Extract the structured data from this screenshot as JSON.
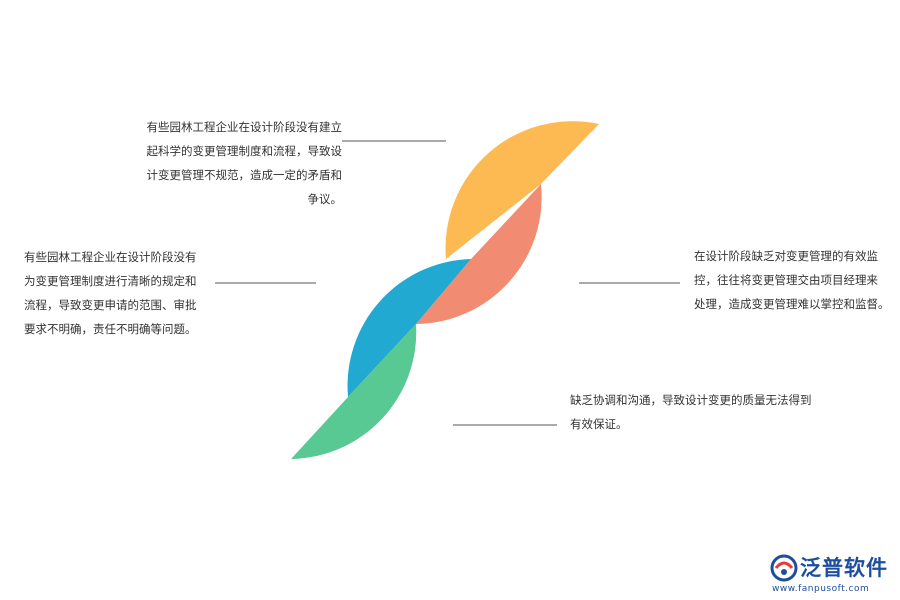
{
  "diagram": {
    "colors": {
      "yellow": "#FDB952",
      "salmon": "#F18B72",
      "blue": "#21A9D2",
      "green": "#58C993",
      "connector": "#555555"
    },
    "notes": {
      "top_left": "有些园林工程企业在设计阶段没有建立\n起科学的变更管理制度和流程，导致设\n计变更管理不规范，造成一定的矛盾和\n争议。",
      "left": "有些园林工程企业在设计阶段没有\n为变更管理制度进行清晰的规定和\n流程，导致变更申请的范围、审批\n要求不明确，责任不明确等问题。",
      "right": "在设计阶段缺乏对变更管理的有效监\n控，往往将变更管理交由项目经理来\n处理，造成变更管理难以掌控和监督。",
      "bottom_right": "缺乏协调和沟通，导致设计变更的质量无法得到\n有效保证。"
    }
  },
  "logo": {
    "brand": "泛普软件",
    "url": "www.fanpusoft.com",
    "mark_icon": "fanpu-logo-icon"
  }
}
